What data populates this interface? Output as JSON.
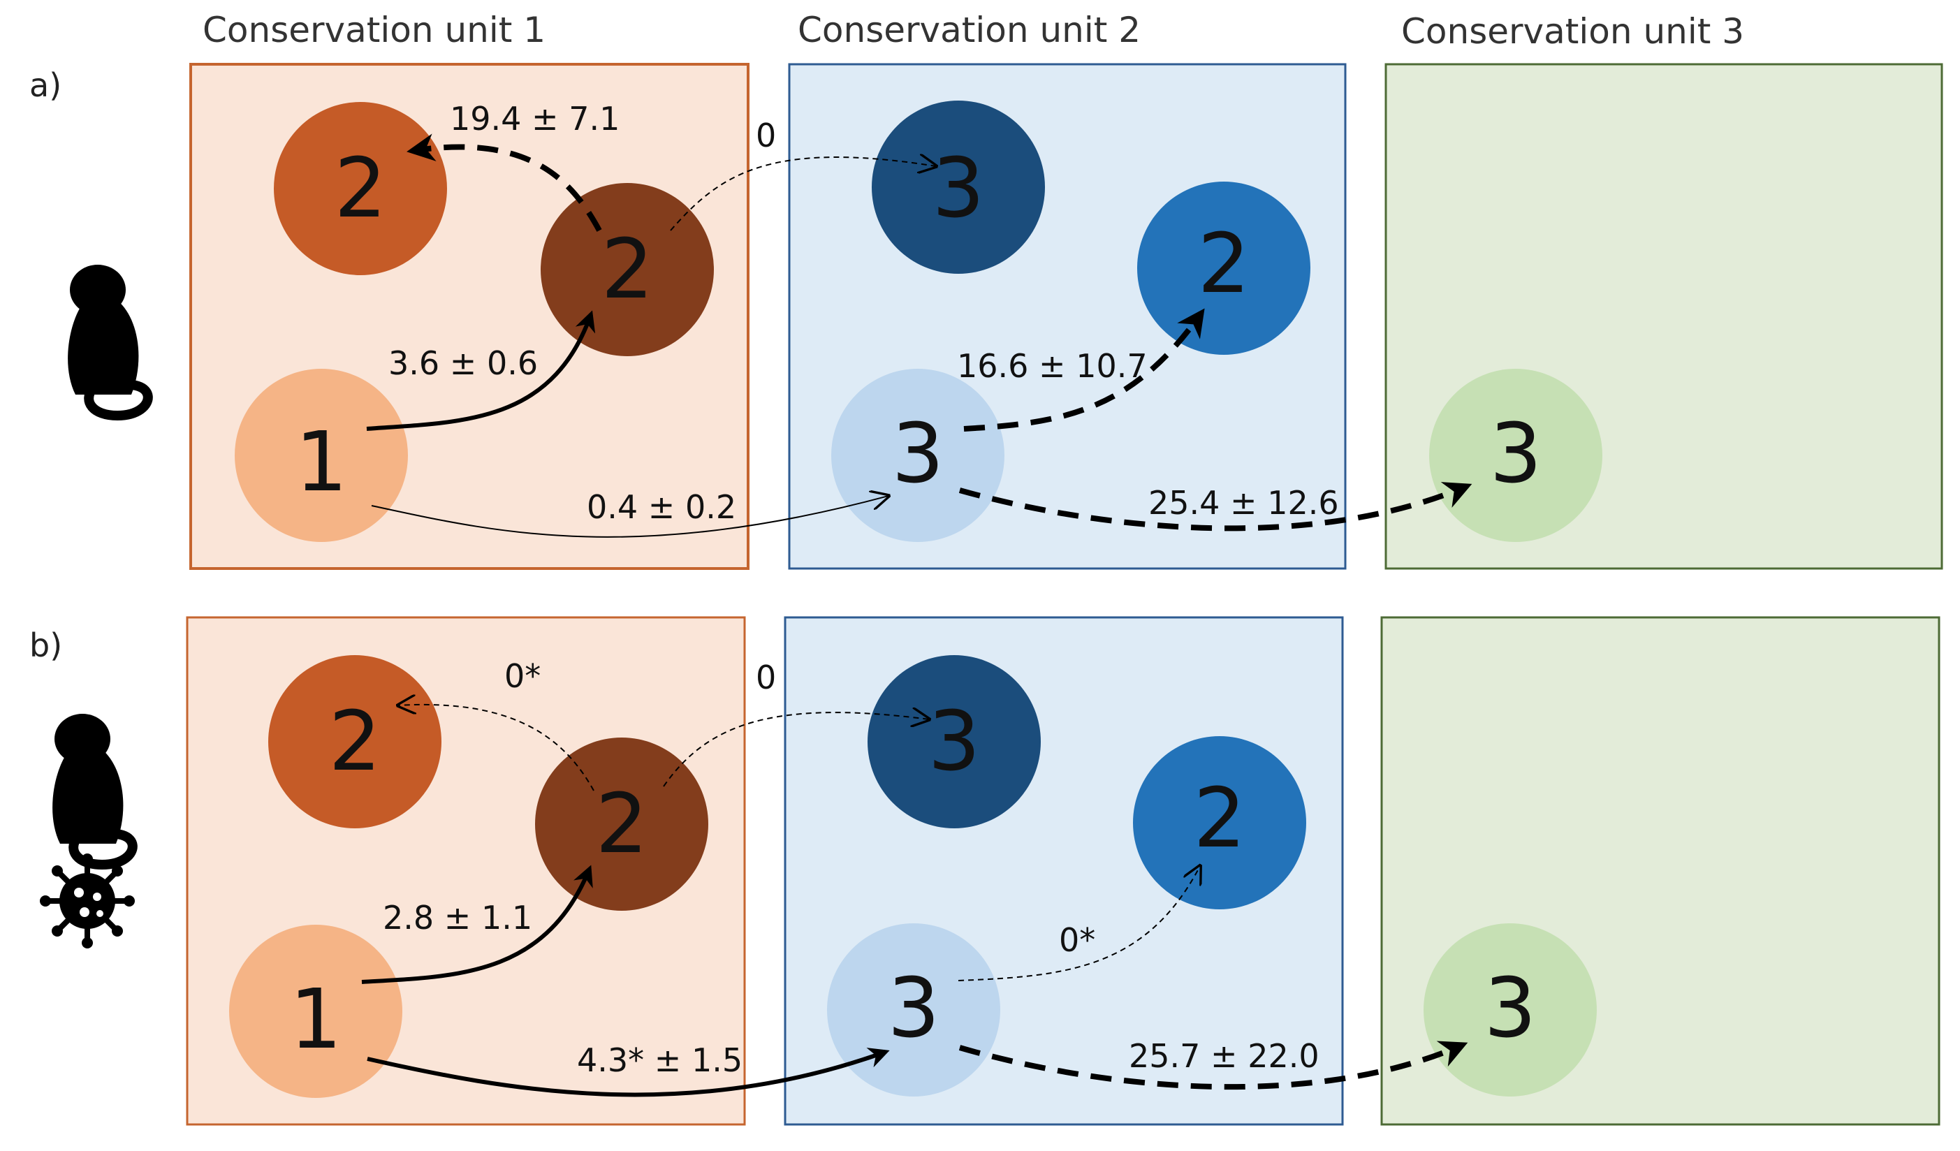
{
  "headers": [
    "Conservation unit 1",
    "Conservation unit 2",
    "Conservation unit 3"
  ],
  "colors": {
    "unit1_fill": "#fae5d8",
    "unit1_stroke": "#c5652f",
    "unit2_fill": "#deebf6",
    "unit2_stroke": "#2e5b92",
    "unit3_fill": "#e3ecd9",
    "unit3_stroke": "#4d6b35",
    "orange_light": "#f5b486",
    "orange_mid": "#c55b27",
    "orange_dark": "#833d1c",
    "blue_light": "#bdd6ee",
    "blue_mid": "#2373b9",
    "blue_dark": "#1b4d7c",
    "green_light": "#c6e0b4"
  },
  "panels": [
    {
      "label": "a)",
      "icons": [
        "marmoset-silhouette-icon"
      ],
      "nodes": [
        {
          "id": "cu1-2",
          "text": "2"
        },
        {
          "id": "cu1-2b",
          "text": "2"
        },
        {
          "id": "cu1-1",
          "text": "1"
        },
        {
          "id": "cu2-3a",
          "text": "3"
        },
        {
          "id": "cu2-2",
          "text": "2"
        },
        {
          "id": "cu2-3b",
          "text": "3"
        },
        {
          "id": "cu3-3",
          "text": "3"
        }
      ],
      "edges": [
        {
          "label": "19.4 ± 7.1",
          "style": "thick-dashed"
        },
        {
          "label": "0",
          "style": "thin-dotted"
        },
        {
          "label": "3.6 ± 0.6",
          "style": "thick-solid"
        },
        {
          "label": "0.4 ± 0.2",
          "style": "thin-solid"
        },
        {
          "label": "16.6 ± 10.7",
          "style": "thick-dashed"
        },
        {
          "label": "25.4 ± 12.6",
          "style": "thick-dashed"
        }
      ]
    },
    {
      "label": "b)",
      "icons": [
        "marmoset-silhouette-icon",
        "virus-icon"
      ],
      "nodes": [
        {
          "id": "cu1-2",
          "text": "2"
        },
        {
          "id": "cu1-2b",
          "text": "2"
        },
        {
          "id": "cu1-1",
          "text": "1"
        },
        {
          "id": "cu2-3a",
          "text": "3"
        },
        {
          "id": "cu2-2",
          "text": "2"
        },
        {
          "id": "cu2-3b",
          "text": "3"
        },
        {
          "id": "cu3-3",
          "text": "3"
        }
      ],
      "edges": [
        {
          "label": "0*",
          "style": "thin-dotted"
        },
        {
          "label": "0",
          "style": "thin-dotted"
        },
        {
          "label": "2.8 ± 1.1",
          "style": "thick-solid"
        },
        {
          "label": "4.3* ± 1.5",
          "style": "thick-solid"
        },
        {
          "label": "0*",
          "style": "thin-dotted"
        },
        {
          "label": "25.7 ± 22.0",
          "style": "thick-dashed"
        }
      ]
    }
  ]
}
